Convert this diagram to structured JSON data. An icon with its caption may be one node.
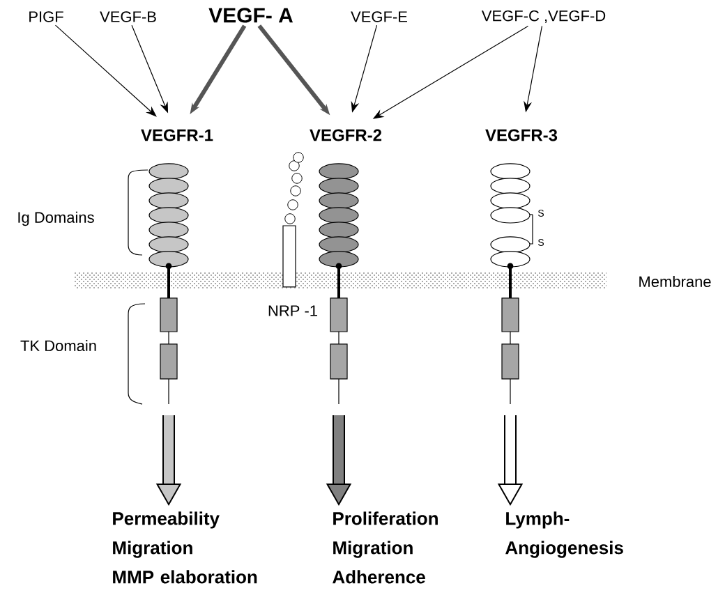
{
  "diagram": {
    "nodes": [
      {
        "text": [
          "PIGF"
        ]
      },
      {
        "text": [
          "VEGF-B"
        ]
      },
      {
        "text": [
          "VEGF- A"
        ]
      },
      {
        "text": [
          "VEGF-E"
        ]
      },
      {
        "text": [
          "VEGF-C ,VEGF-D"
        ]
      },
      {
        "text": [
          "VEGFR-1"
        ]
      },
      {
        "text": [
          "VEGFR-2"
        ]
      },
      {
        "text": [
          "VEGFR-3"
        ]
      },
      {
        "text": [
          "Permeability",
          "Migration",
          "MMP elaboration"
        ]
      },
      {
        "text": [
          "Proliferation",
          "Migration",
          "Adherence"
        ]
      },
      {
        "text": [
          "Lymph- Angiogenesis"
        ]
      }
    ],
    "edges": [
      {
        "from": 0,
        "to": 5,
        "arrow": "to"
      },
      {
        "from": 1,
        "to": 5,
        "arrow": "to"
      },
      {
        "from": 2,
        "to": 5,
        "arrow": "to",
        "style": "thick",
        "color": "#555555"
      },
      {
        "from": 2,
        "to": 6,
        "arrow": "to",
        "style": "thick",
        "color": "#555555"
      },
      {
        "from": 3,
        "to": 6,
        "arrow": "to"
      },
      {
        "from": 4,
        "to": 6,
        "arrow": "to"
      },
      {
        "from": 4,
        "to": 7,
        "arrow": "to"
      },
      {
        "from": 5,
        "to": 8,
        "arrow": "to",
        "style": "thick"
      },
      {
        "from": 6,
        "to": 9,
        "arrow": "to",
        "style": "thick"
      },
      {
        "from": 7,
        "to": 10,
        "arrow": "to",
        "style": "thick"
      }
    ],
    "labels": [
      "Ig Domains",
      "TK Domain",
      "Membrane",
      "NRP -1",
      "S",
      "S"
    ]
  }
}
